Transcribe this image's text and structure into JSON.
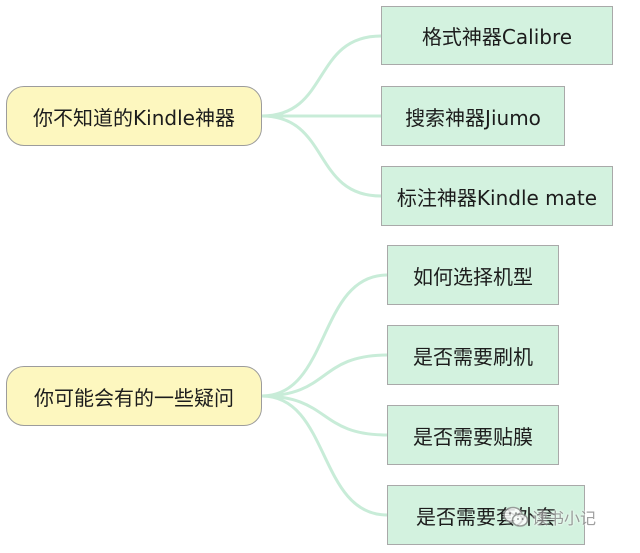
{
  "groups": [
    {
      "label": "你不知道的Kindle神器",
      "children": [
        "格式神器Calibre",
        "搜索神器Jiumo",
        "标注神器Kindle mate"
      ]
    },
    {
      "label": "你可能会有的一些疑问",
      "children": [
        "如何选择机型",
        "是否需要刷机",
        "是否需要贴膜",
        "是否需要套外套"
      ]
    }
  ],
  "watermark": {
    "text": "读书小记",
    "icon": "wechat-icon"
  },
  "colors": {
    "parent_fill": "#fdf7bf",
    "child_fill": "#d3f2df",
    "connector": "#c8ecd8",
    "border": "#9c9c9c"
  }
}
